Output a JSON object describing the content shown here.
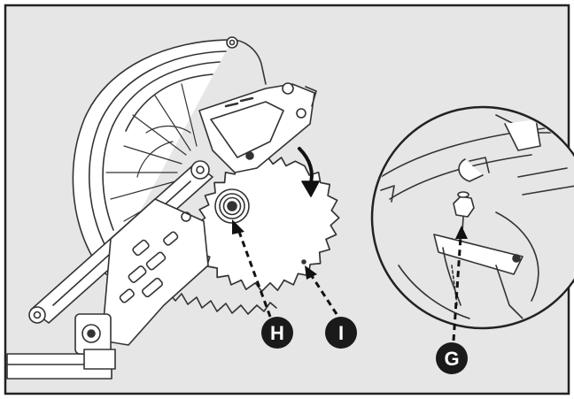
{
  "callouts": {
    "h": "H",
    "i": "I",
    "g": "G"
  },
  "icons": {
    "saw": "miter-saw-illustration",
    "blade": "saw-blade-icon",
    "arrow": "rotation-direction-arrow-icon",
    "detail": "magnified-detail-icon"
  },
  "colors": {
    "panel_bg": "#e6e6e6",
    "frame": "#222222",
    "line": "#333333",
    "callout_fill": "#1a1a1a",
    "callout_text": "#ffffff"
  }
}
